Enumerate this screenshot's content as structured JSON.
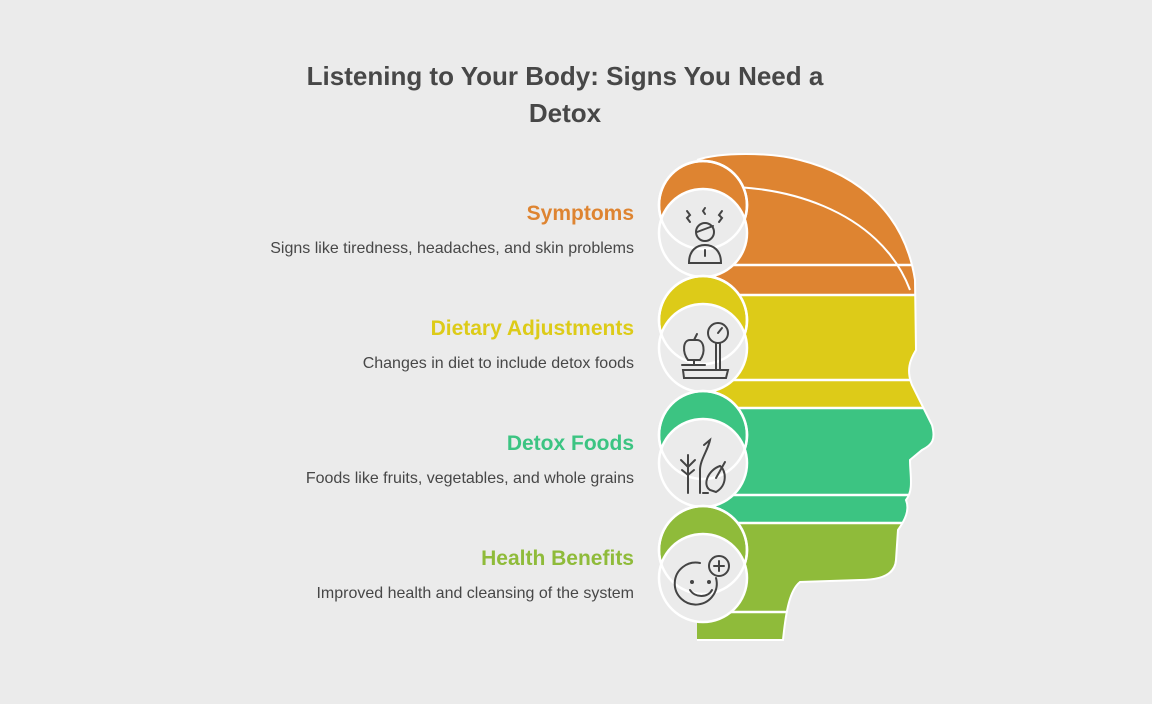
{
  "title": "Listening to Your Body: Signs You Need a Detox",
  "items": [
    {
      "heading": "Symptoms",
      "description": "Signs like tiredness, headaches, and skin problems",
      "color": "#DE8431",
      "icon": "stressed-person-icon"
    },
    {
      "heading": "Dietary Adjustments",
      "description": "Changes in diet to include detox foods",
      "color": "#DDCB18",
      "icon": "apple-scale-icon"
    },
    {
      "heading": "Detox Foods",
      "description": "Foods like fruits, vegetables, and whole grains",
      "color": "#3CC482",
      "icon": "vegetables-icon"
    },
    {
      "heading": "Health Benefits",
      "description": "Improved health and cleansing of the system",
      "color": "#8FBB3A",
      "icon": "smiley-plus-icon"
    }
  ]
}
